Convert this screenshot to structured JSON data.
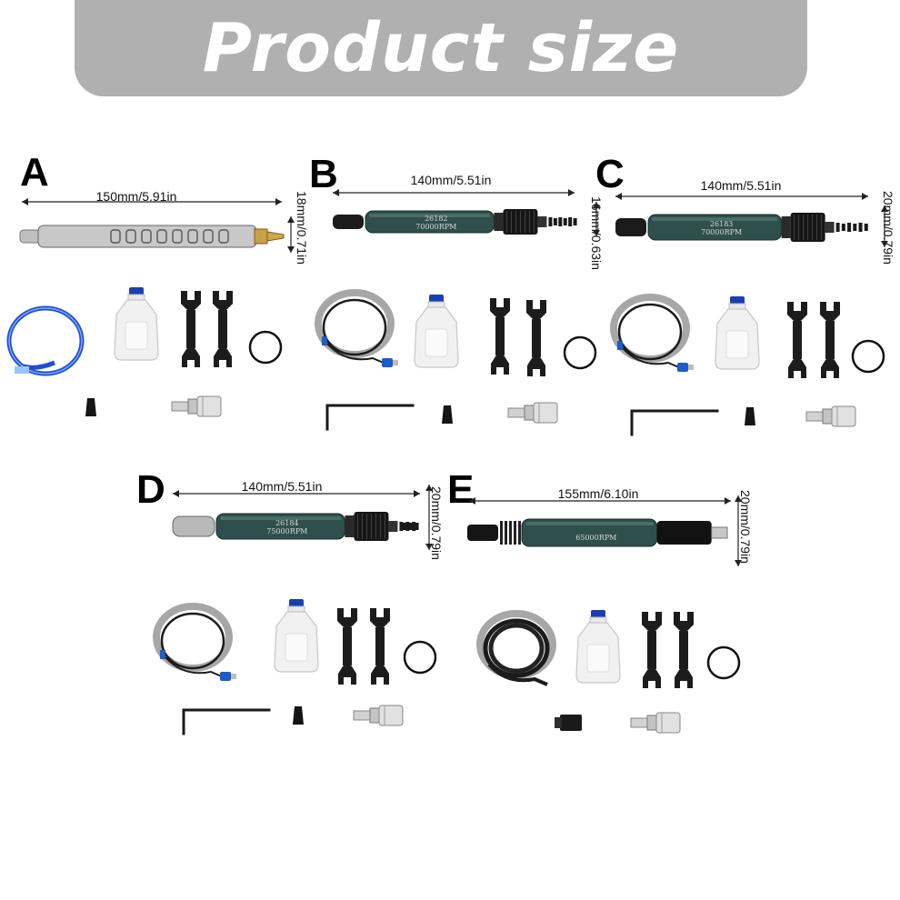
{
  "header": {
    "title": "Product size"
  },
  "colors": {
    "banner": "#b0b0b0",
    "tool_body": "#2f4f4c",
    "silver": "#c8c8c8",
    "hose_outer": "#a7a7a7",
    "hose_blue": "#1f4fd0",
    "fitting_blue": "#1e5cc8",
    "bottle_cap": "#1a3fb5"
  },
  "products": [
    {
      "letter": "A",
      "length": "150mm/5.91in",
      "diameter": "18mm/0.71in",
      "body": "silver",
      "hose": "blue",
      "accessories": [
        "blue-hose",
        "oil-bottle",
        "wrench",
        "wrench",
        "o-ring",
        "collet",
        "quick-coupler"
      ]
    },
    {
      "letter": "B",
      "length": "140mm/5.51in",
      "diameter": "16mm/0.63in",
      "model": "26182",
      "rpm": "70000RPM",
      "body": "green",
      "hose": "black",
      "accessories": [
        "black-hose",
        "oil-bottle",
        "wrench",
        "wrench",
        "o-ring",
        "hex-key",
        "collet",
        "quick-coupler"
      ]
    },
    {
      "letter": "C",
      "length": "140mm/5.51in",
      "diameter": "20mm/0.79in",
      "model": "26183",
      "rpm": "70000RPM",
      "body": "green",
      "hose": "black",
      "accessories": [
        "black-hose",
        "oil-bottle",
        "wrench",
        "wrench",
        "o-ring",
        "hex-key",
        "collet",
        "quick-coupler"
      ]
    },
    {
      "letter": "D",
      "length": "140mm/5.51in",
      "diameter": "20mm/0.79in",
      "model": "26184",
      "rpm": "75000RPM",
      "body": "green",
      "hose": "black",
      "accessories": [
        "black-hose",
        "oil-bottle",
        "wrench",
        "wrench",
        "o-ring",
        "hex-key",
        "collet",
        "quick-coupler"
      ]
    },
    {
      "letter": "E",
      "length": "155mm/6.10in",
      "diameter": "20mm/0.79in",
      "rpm": "65000RPM",
      "body": "green",
      "hose": "thick-black",
      "accessories": [
        "black-hose",
        "oil-bottle",
        "wrench",
        "wrench",
        "o-ring",
        "collet",
        "quick-coupler"
      ]
    }
  ]
}
